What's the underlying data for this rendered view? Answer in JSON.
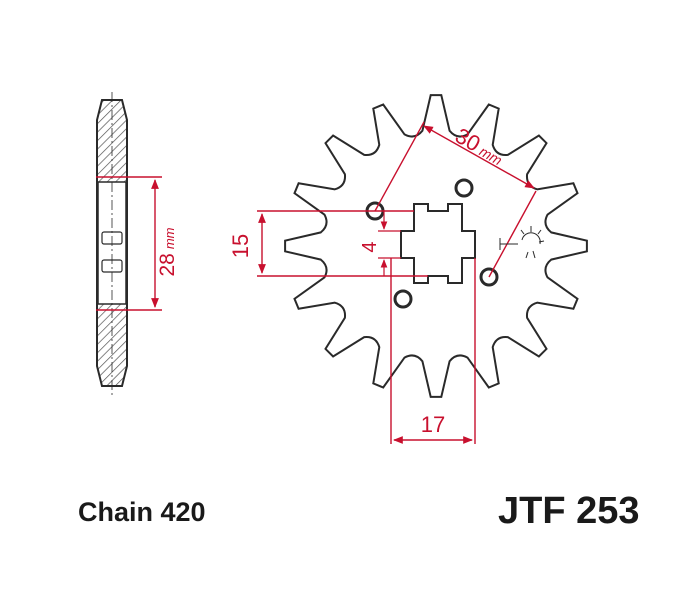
{
  "captions": {
    "chain": "Chain 420",
    "part_number": "JTF 253"
  },
  "dimensions": {
    "thickness": "28",
    "thickness_unit": "mm",
    "bolt_spacing": "30",
    "bolt_spacing_unit": "mm",
    "bore_height": "15",
    "keyway": "4",
    "bore_width": "17"
  },
  "sprocket": {
    "teeth": 16,
    "bolt_holes": 4
  },
  "colors": {
    "outline": "#2a2a2a",
    "dimension": "#c8102e",
    "hatch": "#555555"
  },
  "icons": {
    "hatching": "diagonal-hatch",
    "surface_mark": "sun-symbol"
  }
}
